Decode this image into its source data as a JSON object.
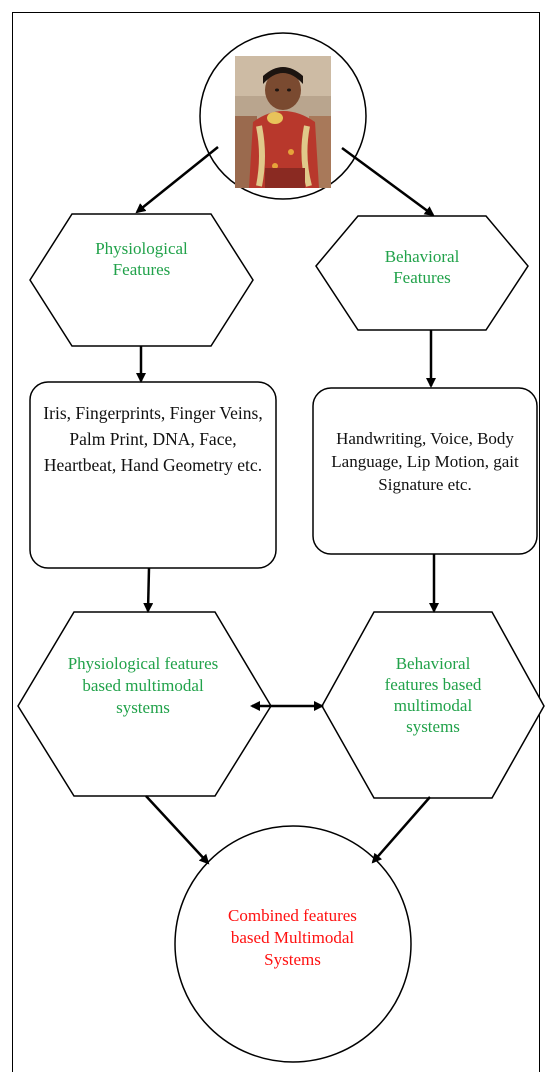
{
  "colors": {
    "feature_label": "#21a24a",
    "combined_label": "#ff1111",
    "box_text": "#111111"
  },
  "nodes": {
    "physiological_features": "Physiological Features",
    "behavioral_features": "Behavioral Features",
    "physiological_examples": "Iris, Fingerprints, Finger Veins, Palm Print, DNA, Face, Heartbeat, Hand Geometry etc.",
    "behavioral_examples": "Handwriting, Voice, Body Language, Lip Motion, gait Signature etc.",
    "physiological_systems": "Physiological features based multimodal systems",
    "behavioral_systems": "Behavioral features based multimodal systems",
    "combined_systems": "Combined features based Multimodal Systems"
  }
}
